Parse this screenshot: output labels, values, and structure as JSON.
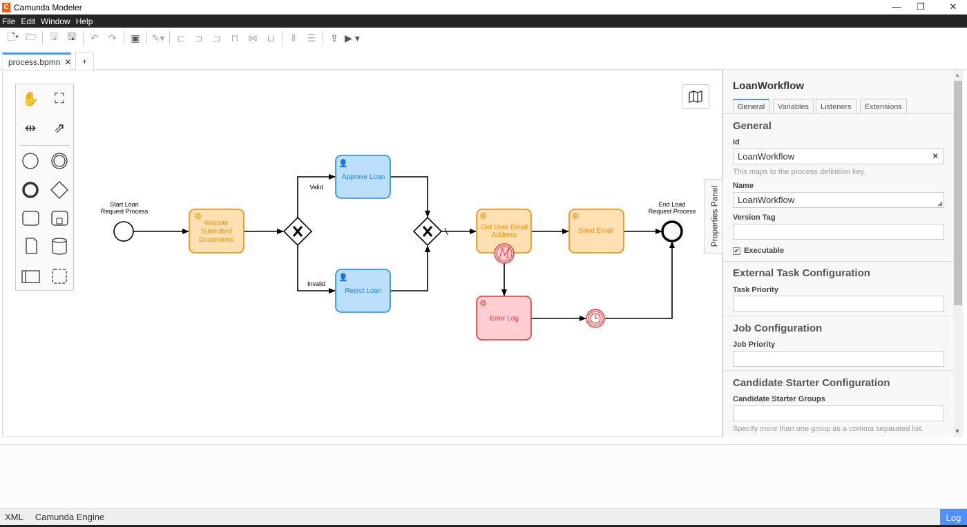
{
  "app": {
    "title": "Camunda Modeler",
    "minimize": "—",
    "restore": "❐",
    "close": "✕"
  },
  "menu": [
    "File",
    "Edit",
    "Window",
    "Help"
  ],
  "toolbar": [
    "new-file-icon",
    "open-folder-icon",
    "save-icon",
    "save-as-icon",
    "undo-icon",
    "redo-icon",
    "export-image-icon",
    "color-brush-icon",
    "align-left-icon",
    "align-center-icon",
    "align-right-icon",
    "align-top-icon",
    "align-middle-icon",
    "align-bottom-icon",
    "distribute-horizontal-icon",
    "distribute-vertical-icon",
    "deploy-icon",
    "start-instance-icon"
  ],
  "tabs": {
    "active": "process.bpmn",
    "close": "✕",
    "add": "+"
  },
  "diagram": {
    "start_label": [
      "Start Loan",
      "Request Process"
    ],
    "end_label": [
      "End Load",
      "Request Process"
    ],
    "validate": [
      "Validate",
      "Submitted",
      "Documents"
    ],
    "approve": "Approve Loan",
    "reject": "Reject Loan",
    "get_email": [
      "Get User Email",
      "Address"
    ],
    "send_email": "Send Email",
    "error_log": "Error Log",
    "valid": "Valid",
    "invalid": "Invalid",
    "colors": {
      "service_fill": "#ffe0b2",
      "service_stroke": "#fb8c00",
      "user_fill": "#bbdefb",
      "user_stroke": "#1e88e5",
      "error_fill": "#ffcdd2",
      "error_stroke": "#e53935"
    }
  },
  "properties": {
    "toggle": "Properties Panel",
    "title": "LoanWorkflow",
    "tabs": [
      "General",
      "Variables",
      "Listeners",
      "Extensions"
    ],
    "general": "General",
    "id_label": "Id",
    "id_value": "LoanWorkflow",
    "id_clear": "×",
    "id_hint": "This maps to the process definition key.",
    "name_label": "Name",
    "name_value": "LoanWorkflow",
    "version_label": "Version Tag",
    "version_value": "",
    "executable_label": "Executable",
    "executable": true,
    "ext_task": "External Task Configuration",
    "task_priority": "Task Priority",
    "job": "Job Configuration",
    "job_priority": "Job Priority",
    "candidate": "Candidate Starter Configuration",
    "candidate_groups": "Candidate Starter Groups",
    "candidate_hint": "Specify more than one group as a comma separated list."
  },
  "status": {
    "xml": "XML",
    "engine": "Camunda Engine",
    "log": "Log"
  }
}
